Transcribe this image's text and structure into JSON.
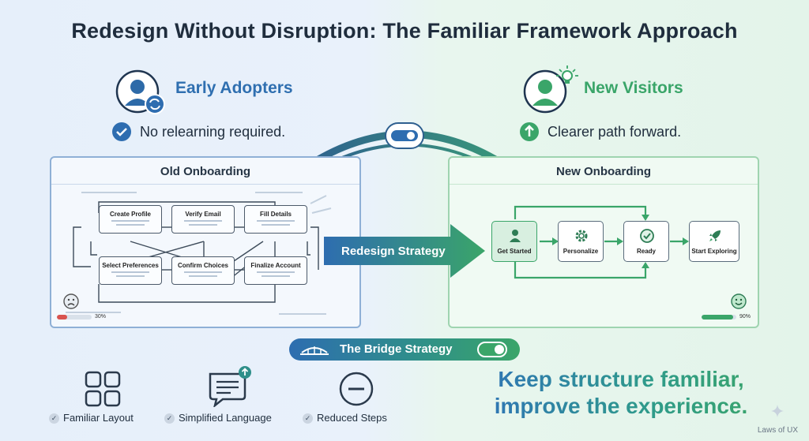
{
  "title": "Redesign Without Disruption: The Familiar Framework Approach",
  "personas": {
    "left": {
      "title": "Early Adopters",
      "note": "No relearning required.",
      "icon": "user-refresh-icon",
      "note_icon": "check-circle-icon"
    },
    "right": {
      "title": "New Visitors",
      "note": "Clearer path forward.",
      "icon": "user-lightbulb-icon",
      "note_icon": "arrow-up-circle-icon"
    }
  },
  "old_panel": {
    "title": "Old Onboarding",
    "nodes": [
      "Create Profile",
      "Verify Email",
      "Fill Details",
      "Select Preferences",
      "Confirm Choices",
      "Finalize Account"
    ],
    "progress": {
      "value": 0.3,
      "label": "30%"
    },
    "mood_icon": "frown-face-icon"
  },
  "new_panel": {
    "title": "New Onboarding",
    "nodes": [
      {
        "label": "Get Started",
        "icon": "user-icon"
      },
      {
        "label": "Personalize",
        "icon": "gear-icon"
      },
      {
        "label": "Ready",
        "icon": "check-circle-icon"
      },
      {
        "label": "Start Exploring",
        "icon": "rocket-icon"
      }
    ],
    "progress": {
      "value": 0.9,
      "label": "90%"
    },
    "mood_icon": "smile-face-icon"
  },
  "strategy_arrow": {
    "label": "Redesign Strategy"
  },
  "bridge": {
    "label": "The Bridge Strategy",
    "toggle_icon": "toggle-icon"
  },
  "features": [
    {
      "label": "Familiar Layout",
      "icon": "grid-layout-icon"
    },
    {
      "label": "Simplified Language",
      "icon": "chat-bubble-icon"
    },
    {
      "label": "Reduced Steps",
      "icon": "minus-circle-icon"
    }
  ],
  "tagline": [
    "Keep structure familiar,",
    "improve the experience."
  ],
  "credit": "Laws of UX",
  "colors": {
    "blue": "#2f6fb0",
    "green": "#3aa569",
    "dark": "#1f2d3d"
  }
}
